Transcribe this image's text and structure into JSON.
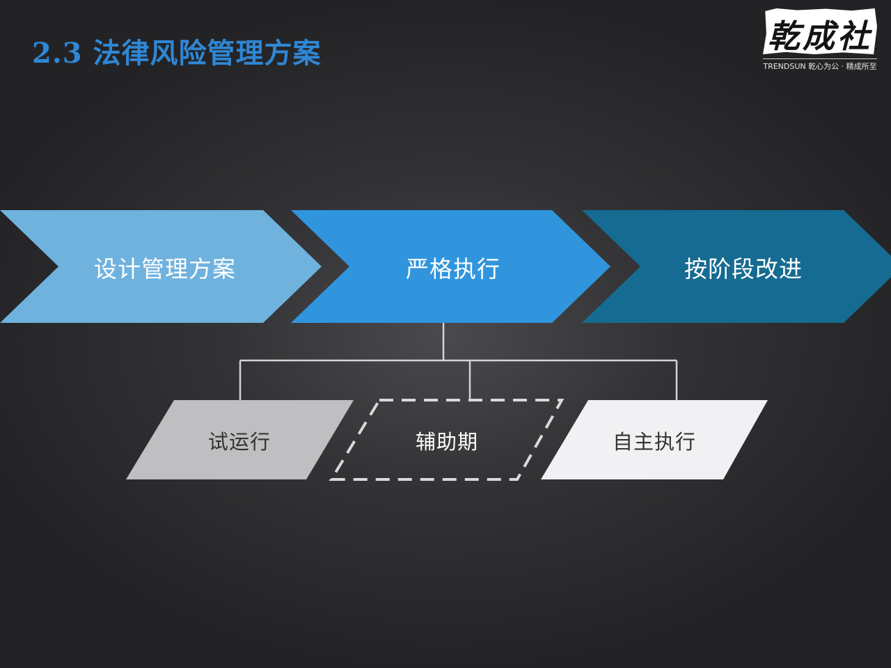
{
  "slide": {
    "title": "2.3 法律风险管理方案"
  },
  "logo": {
    "mark": "乾成社",
    "slogan": "TRENDSUN 乾心为公 · 精成所至"
  },
  "process": {
    "steps": [
      {
        "label": "设计管理方案",
        "color": "#6fb2de"
      },
      {
        "label": "严格执行",
        "color": "#3195de"
      },
      {
        "label": "按阶段改进",
        "color": "#156b91"
      }
    ]
  },
  "phases": {
    "items": [
      {
        "label": "试运行",
        "fill": "#bfbfc1",
        "text_color": "#333333",
        "style": "solid"
      },
      {
        "label": "辅助期",
        "fill": "none",
        "text_color": "#ffffff",
        "style": "dashed"
      },
      {
        "label": "自主执行",
        "fill": "#f1f1f3",
        "text_color": "#333333",
        "style": "solid"
      }
    ]
  }
}
